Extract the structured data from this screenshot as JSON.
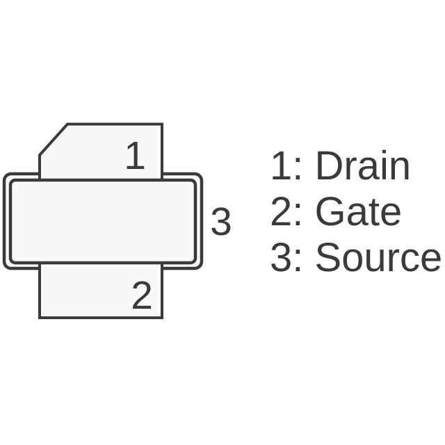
{
  "diagram": {
    "type": "package-pinout",
    "package_pins": [
      {
        "number": "1",
        "name": "Drain"
      },
      {
        "number": "2",
        "name": "Gate"
      },
      {
        "number": "3",
        "name": "Source"
      }
    ],
    "legend": {
      "items": [
        {
          "text": "1: Drain"
        },
        {
          "text": "2: Gate"
        },
        {
          "text": "3: Source"
        }
      ]
    },
    "colors": {
      "outline": "#3a3a3a",
      "package_fill": "#f8f8f8",
      "background": "#ffffff",
      "text": "#3a3a3a"
    }
  }
}
